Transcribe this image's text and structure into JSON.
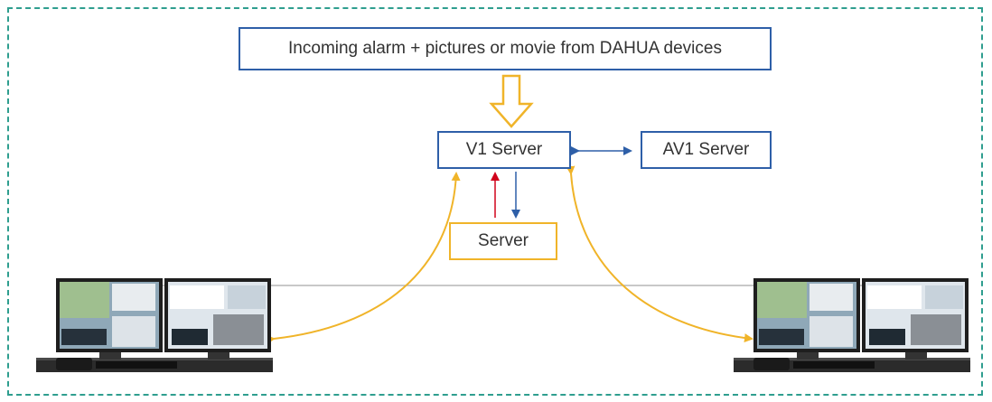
{
  "diagram": {
    "nodes": {
      "incoming": "Incoming alarm + pictures or movie from DAHUA devices",
      "v1_server": "V1 Server",
      "av1_server": "AV1 Server",
      "server": "Server"
    },
    "workstations": [
      {
        "id": "workstation-left",
        "icon": "dual-monitor-workstation-icon"
      },
      {
        "id": "workstation-right",
        "icon": "dual-monitor-workstation-icon"
      }
    ],
    "colors": {
      "frame": "#2f9e8f",
      "box_border_blue": "#2e5fa8",
      "box_border_orange": "#f0b429",
      "arrow_orange": "#f0b429",
      "arrow_blue": "#2e5fa8",
      "arrow_red": "#d0021b"
    }
  }
}
